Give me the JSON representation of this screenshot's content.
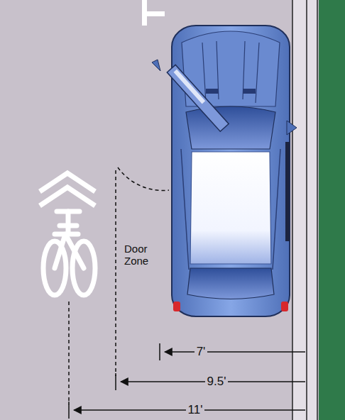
{
  "diagram": {
    "labels": [
      "Door Zone",
      "7'",
      "9.5'",
      "11'"
    ]
  }
}
